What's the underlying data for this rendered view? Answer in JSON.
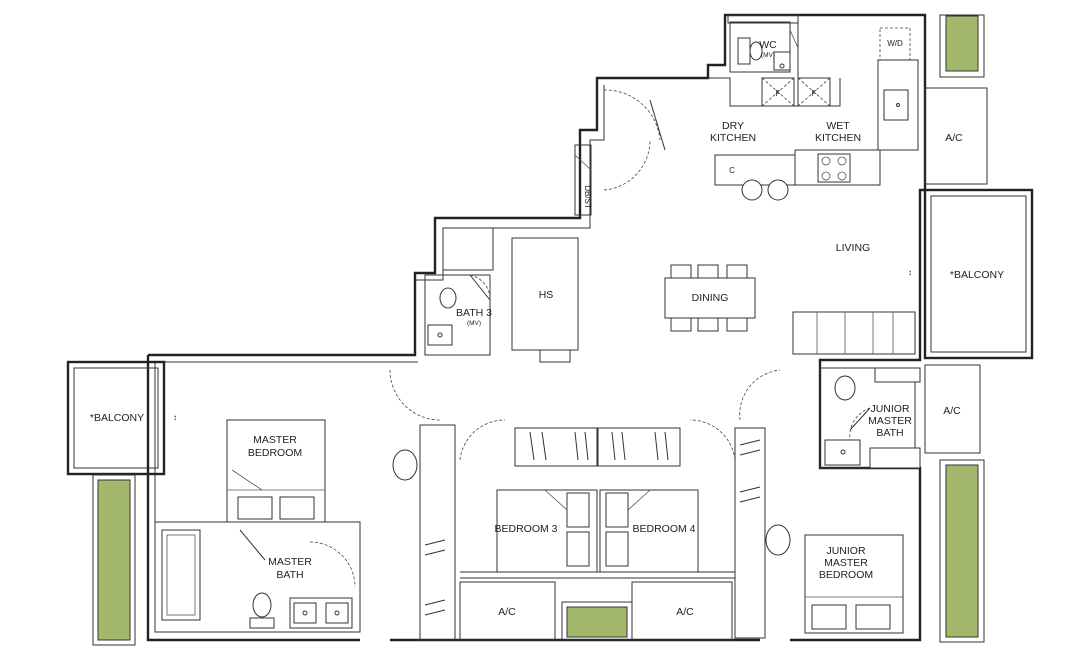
{
  "rooms": {
    "wc": "WC",
    "wc_sub": "(MV)",
    "wd": "W/D",
    "fridge_a": "F",
    "fridge_b": "F",
    "dry_kitchen_1": "DRY",
    "dry_kitchen_2": "KITCHEN",
    "wet_kitchen_1": "WET",
    "wet_kitchen_2": "KITCHEN",
    "cooker": "C",
    "ac_top": "A/C",
    "dbst": "DB/ST",
    "living": "LIVING",
    "balcony_right": "*BALCONY",
    "dining": "DINING",
    "hs": "HS",
    "bath3": "BATH 3",
    "bath3_sub": "(MV)",
    "balcony_left": "*BALCONY",
    "master_bedroom_1": "MASTER",
    "master_bedroom_2": "BEDROOM",
    "master_bath_1": "MASTER",
    "master_bath_2": "BATH",
    "bedroom3": "BEDROOM 3",
    "bedroom4": "BEDROOM 4",
    "ac_bottom_left": "A/C",
    "ac_bottom_right": "A/C",
    "ac_mid_right": "A/C",
    "junior_master_bath_1": "JUNIOR",
    "junior_master_bath_2": "MASTER",
    "junior_master_bath_3": "BATH",
    "junior_master_bedroom_1": "JUNIOR",
    "junior_master_bedroom_2": "MASTER",
    "junior_master_bedroom_3": "BEDROOM"
  },
  "colors": {
    "planter": "#a3b86c",
    "wall": "#222222"
  }
}
